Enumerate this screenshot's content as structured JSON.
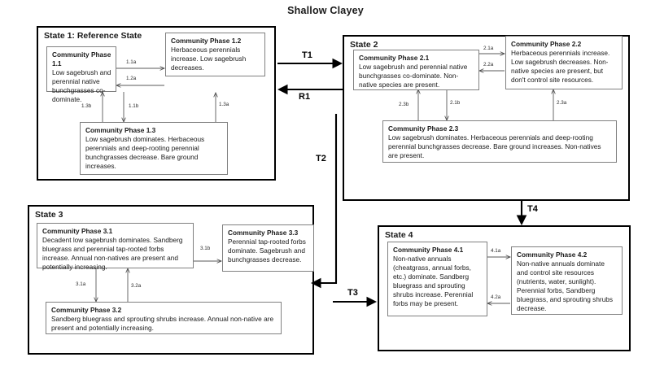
{
  "title": "Shallow Clayey",
  "states": [
    {
      "id": "state-1",
      "label": "State 1: Reference State",
      "phases": [
        {
          "id": "phase-1-1",
          "title": "Community Phase 1.1",
          "body": "Low sagebrush and perennial native bunchgrasses co-dominate."
        },
        {
          "id": "phase-1-2",
          "title": "Community Phase 1.2",
          "body": "Herbaceous perennials increase. Low sagebrush decreases."
        },
        {
          "id": "phase-1-3",
          "title": "Community Phase 1.3",
          "body": "Low sagebrush dominates. Herbaceous perennials and deep-rooting  perennial bunchgrasses decrease. Bare ground increases."
        }
      ],
      "pathways": [
        "1.1a",
        "1.2a",
        "1.1b",
        "1.3b",
        "1.3a"
      ]
    },
    {
      "id": "state-2",
      "label": "State 2",
      "phases": [
        {
          "id": "phase-2-1",
          "title": "Community Phase 2.1",
          "body": "Low sagebrush and perennial native bunchgrasses co-dominate. Non-native species are present."
        },
        {
          "id": "phase-2-2",
          "title": "Community Phase 2.2",
          "body": "Herbaceous perennials increase. Low sagebrush decreases. Non-native species are present, but don't control site resources."
        },
        {
          "id": "phase-2-3",
          "title": "Community Phase 2.3",
          "body": "Low sagebrush dominates. Herbaceous perennials and deep-rooting perennial bunchgrasses decrease. Bare ground increases. Non-natives are present."
        }
      ],
      "pathways": [
        "2.1a",
        "2.2a",
        "2.1b",
        "2.3b",
        "2.3a"
      ]
    },
    {
      "id": "state-3",
      "label": "State 3",
      "phases": [
        {
          "id": "phase-3-1",
          "title": "Community Phase 3.1",
          "body": "Decadent low sagebrush dominates. Sandberg bluegrass and perennial tap-rooted forbs increase. Annual non-natives are present and potentially increasing."
        },
        {
          "id": "phase-3-3",
          "title": "Community Phase 3.3",
          "body": "Perennial tap-rooted forbs dominate. Sagebrush and bunchgrasses decrease."
        },
        {
          "id": "phase-3-2",
          "title": "Community Phase 3.2",
          "body": "Sandberg bluegrass and sprouting shrubs increase. Annual non-native are present and potentially increasing."
        }
      ],
      "pathways": [
        "3.1b",
        "3.1a",
        "3.2a"
      ]
    },
    {
      "id": "state-4",
      "label": "State 4",
      "phases": [
        {
          "id": "phase-4-1",
          "title": "Community Phase 4.1",
          "body": "Non-native annuals (cheatgrass, annual forbs, etc.) dominate. Sandberg bluegrass and sprouting shrubs increase. Perennial forbs may be present."
        },
        {
          "id": "phase-4-2",
          "title": "Community Phase 4.2",
          "body": "Non-native annuals dominate and control site resources (nutrients, water, sunlight). Perennial forbs, Sandberg bluegrass, and sprouting shrubs decrease."
        }
      ],
      "pathways": [
        "4.1a",
        "4.2a"
      ]
    }
  ],
  "transitions": [
    {
      "id": "t1",
      "label": "T1",
      "from": "state-1",
      "to": "state-2"
    },
    {
      "id": "r1",
      "label": "R1",
      "from": "state-2",
      "to": "state-1"
    },
    {
      "id": "t2",
      "label": "T2",
      "from": "state-2",
      "to": "state-3"
    },
    {
      "id": "t3",
      "label": "T3",
      "from": "state-3",
      "to": "state-4"
    },
    {
      "id": "t4",
      "label": "T4",
      "from": "state-2",
      "to": "state-4"
    }
  ],
  "colors": {
    "state_border": "#000000",
    "phase_border": "#808080",
    "text": "#1a1a1a",
    "background": "#ffffff"
  }
}
